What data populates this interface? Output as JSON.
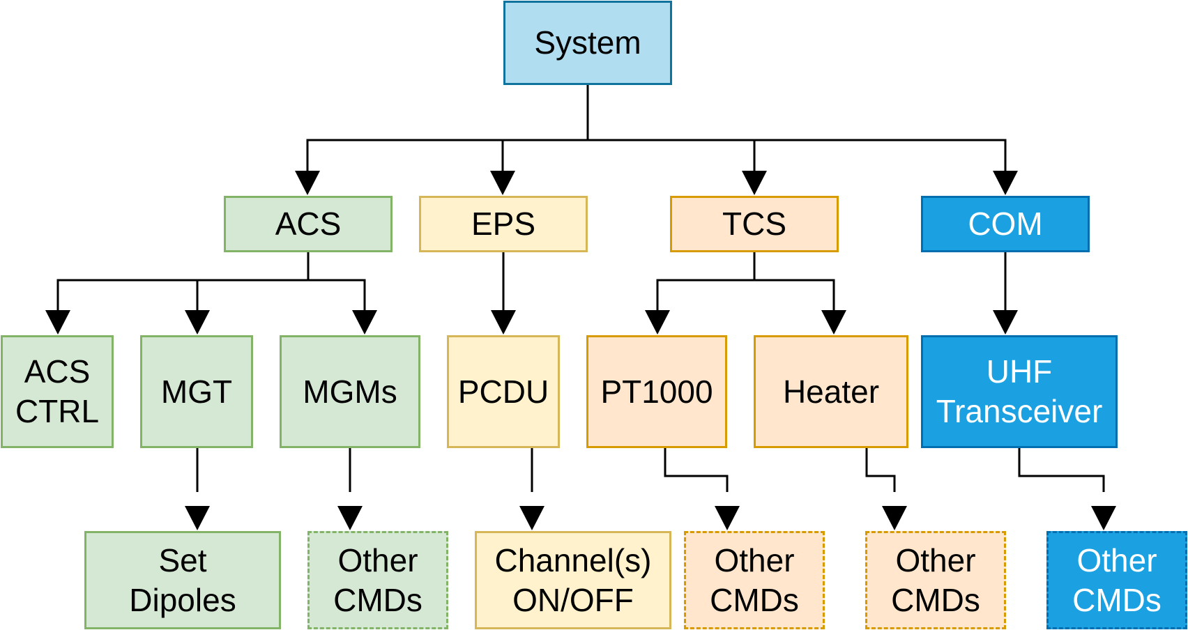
{
  "diagram": {
    "nodes": {
      "system": "System",
      "acs": "ACS",
      "eps": "EPS",
      "tcs": "TCS",
      "com": "COM",
      "acs_ctrl": "ACS\nCTRL",
      "mgt": "MGT",
      "mgms": "MGMs",
      "pcdu": "PCDU",
      "pt1000": "PT1000",
      "heater": "Heater",
      "uhf": "UHF\nTransceiver",
      "set_dipoles": "Set\nDipoles",
      "acs_other_cmds": "Other\nCMDs",
      "channels": "Channel(s)\nON/OFF",
      "pt1000_other_cmds": "Other\nCMDs",
      "heater_other_cmds": "Other\nCMDs",
      "uhf_other_cmds": "Other\nCMDs"
    },
    "colors": {
      "green_fill": "#d5e8d4",
      "green_stroke": "#82b366",
      "yellow_fill": "#fff2cc",
      "yellow_stroke": "#d6b656",
      "orange_fill": "#ffe6cc",
      "orange_stroke": "#d79b00",
      "light_blue_fill": "#b1ddf0",
      "light_blue_stroke": "#10739e",
      "blue_fill": "#1ba1e2",
      "blue_stroke": "#006eaf",
      "edge": "#000000"
    },
    "edges": [
      [
        "system",
        "acs"
      ],
      [
        "system",
        "eps"
      ],
      [
        "system",
        "tcs"
      ],
      [
        "system",
        "com"
      ],
      [
        "acs",
        "acs_ctrl"
      ],
      [
        "acs",
        "mgt"
      ],
      [
        "acs",
        "mgms"
      ],
      [
        "eps",
        "pcdu"
      ],
      [
        "tcs",
        "pt1000"
      ],
      [
        "tcs",
        "heater"
      ],
      [
        "com",
        "uhf"
      ],
      [
        "mgt",
        "set_dipoles"
      ],
      [
        "mgms",
        "acs_other_cmds"
      ],
      [
        "pcdu",
        "channels"
      ],
      [
        "pt1000",
        "pt1000_other_cmds"
      ],
      [
        "heater",
        "heater_other_cmds"
      ],
      [
        "uhf",
        "uhf_other_cmds"
      ]
    ]
  }
}
